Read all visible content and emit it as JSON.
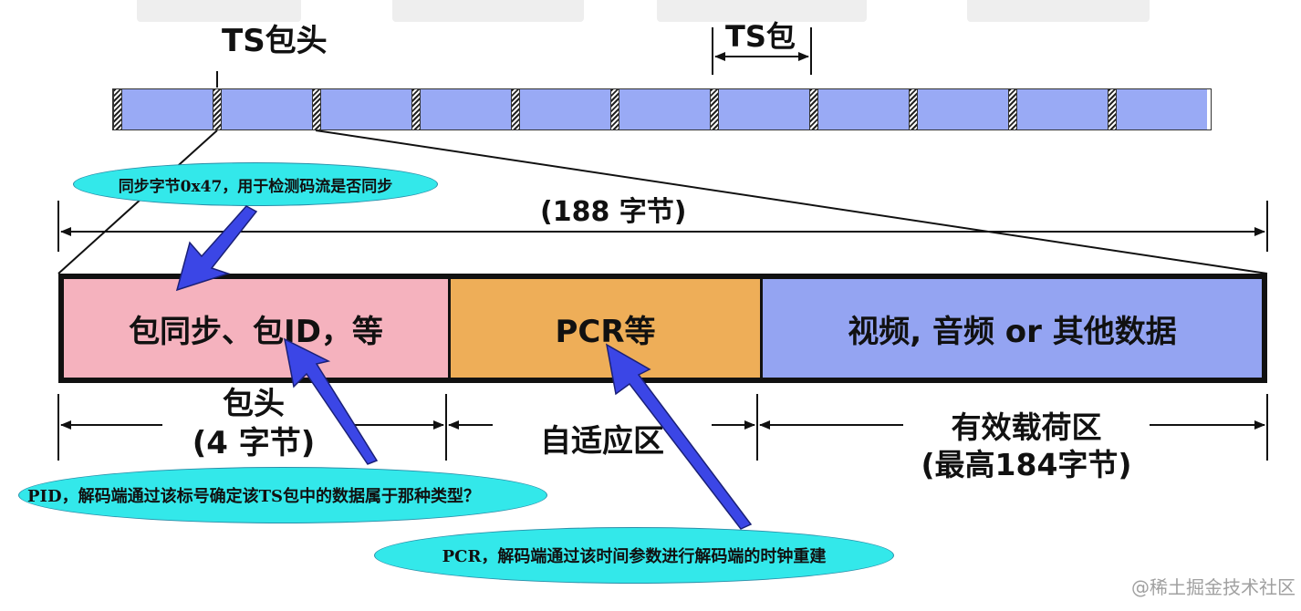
{
  "stream": {
    "header_label": "TS包头",
    "packet_label": "TS包",
    "packet_count": 11
  },
  "packet": {
    "total_size": "(188 字节)",
    "segments": {
      "header": "包同步、包ID，等",
      "adaptation": "PCR等",
      "payload": "视频, 音频 or 其他数据"
    }
  },
  "bottom_labels": {
    "header_name": "包头",
    "header_size": "(4 字节)",
    "adaptation_name": "自适应区",
    "payload_name": "有效载荷区",
    "payload_size": "(最高184字节)"
  },
  "callouts": {
    "sync": "同步字节0x47，用于检测码流是否同步",
    "pid": "PID，解码端通过该标号确定该TS包中的数据属于那种类型？",
    "pcr": "PCR，解码端通过该时间参数进行解码端的时钟重建"
  },
  "watermark": "@稀土掘金技术社区",
  "colors": {
    "payload_block": "#99aaf5",
    "header_segment": "#f5b2be",
    "adaptation_segment": "#eeae58",
    "payload_segment": "#94a4f2",
    "callout_fill": "#33e8ea",
    "arrow_fill": "#3b46e6"
  }
}
